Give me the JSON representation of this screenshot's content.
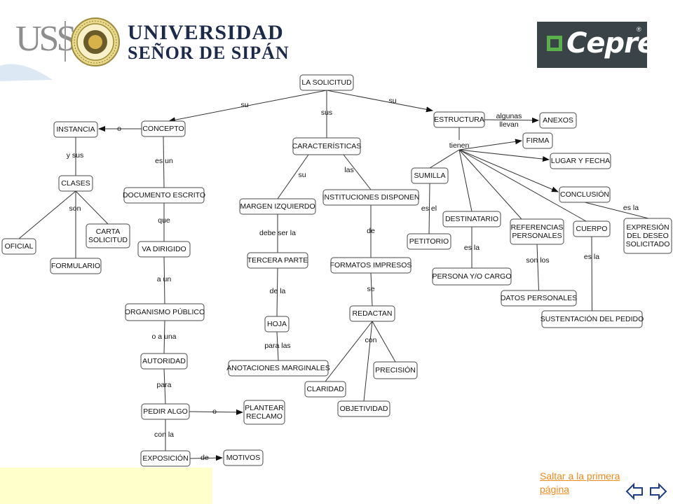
{
  "header": {
    "uss_mark": "USS",
    "university_line1": "UNIVERSIDAD",
    "university_line2": "SEÑOR DE SIPÁN",
    "cepre_text": "Cepre",
    "cepre_reg": "®",
    "colors": {
      "navy": "#1b2a4a",
      "green": "#5ab04b",
      "charcoal": "#3a4348"
    }
  },
  "footer": {
    "jump_link": "Saltar a la primera página",
    "nav_icon": "prev-next-arrows-icon"
  },
  "concept_map": {
    "nodes": [
      {
        "id": "solicitud",
        "label": [
          "LA SOLICITUD"
        ]
      },
      {
        "id": "concepto",
        "label": [
          "CONCEPTO"
        ]
      },
      {
        "id": "caracteristicas",
        "label": [
          "CARACTERÍSTICAS"
        ]
      },
      {
        "id": "estructura",
        "label": [
          "ESTRUCTURA"
        ]
      },
      {
        "id": "instancia",
        "label": [
          "INSTANCIA"
        ]
      },
      {
        "id": "clases",
        "label": [
          "CLASES"
        ]
      },
      {
        "id": "oficial",
        "label": [
          "OFICIAL"
        ]
      },
      {
        "id": "carta",
        "label": [
          "CARTA",
          "SOLICITUD"
        ]
      },
      {
        "id": "formulario",
        "label": [
          "FORMULARIO"
        ]
      },
      {
        "id": "documento",
        "label": [
          "DOCUMENTO ESCRITO"
        ]
      },
      {
        "id": "vadirigido",
        "label": [
          "VA DIRIGIDO"
        ]
      },
      {
        "id": "organismo",
        "label": [
          "ORGANISMO PÚBLICO"
        ]
      },
      {
        "id": "autoridad",
        "label": [
          "AUTORIDAD"
        ]
      },
      {
        "id": "pedir",
        "label": [
          "PEDIR ALGO"
        ]
      },
      {
        "id": "plantear",
        "label": [
          "PLANTEAR",
          "RECLAMO"
        ]
      },
      {
        "id": "exposicion",
        "label": [
          "EXPOSICIÓN"
        ]
      },
      {
        "id": "motivos",
        "label": [
          "MOTIVOS"
        ]
      },
      {
        "id": "margen",
        "label": [
          "MARGEN IZQUIERDO"
        ]
      },
      {
        "id": "tercera",
        "label": [
          "TERCERA PARTE"
        ]
      },
      {
        "id": "hoja",
        "label": [
          "HOJA"
        ]
      },
      {
        "id": "anotaciones",
        "label": [
          "ANOTACIONES MARGINALES"
        ]
      },
      {
        "id": "instituciones",
        "label": [
          "INSTITUCIONES DISPONEN"
        ]
      },
      {
        "id": "formatos",
        "label": [
          "FORMATOS IMPRESOS"
        ]
      },
      {
        "id": "redactan",
        "label": [
          "REDACTAN"
        ]
      },
      {
        "id": "precision",
        "label": [
          "PRECISIÓN"
        ]
      },
      {
        "id": "claridad",
        "label": [
          "CLARIDAD"
        ]
      },
      {
        "id": "objetividad",
        "label": [
          "OBJETIVIDAD"
        ]
      },
      {
        "id": "anexos",
        "label": [
          "ANEXOS"
        ]
      },
      {
        "id": "firma",
        "label": [
          "FIRMA"
        ]
      },
      {
        "id": "lugar",
        "label": [
          "LUGAR Y FECHA"
        ]
      },
      {
        "id": "conclusion",
        "label": [
          "CONCLUSIÓN"
        ]
      },
      {
        "id": "expresion",
        "label": [
          "EXPRESIÓN",
          "DEL DESEO",
          "SOLICITADO"
        ]
      },
      {
        "id": "sumilla",
        "label": [
          "SUMILLA"
        ]
      },
      {
        "id": "petitorio",
        "label": [
          "PETITORIO"
        ]
      },
      {
        "id": "destinatario",
        "label": [
          "DESTINATARIO"
        ]
      },
      {
        "id": "persona",
        "label": [
          "PERSONA Y/O CARGO"
        ]
      },
      {
        "id": "referencias",
        "label": [
          "REFERENCIAS",
          "PERSONALES"
        ]
      },
      {
        "id": "datos",
        "label": [
          "DATOS PERSONALES"
        ]
      },
      {
        "id": "cuerpo",
        "label": [
          "CUERPO"
        ]
      },
      {
        "id": "sustentacion",
        "label": [
          "SUSTENTACIÓN DEL PEDIDO"
        ]
      }
    ],
    "link_labels": {
      "su_left": "su",
      "sus": "sus",
      "su_right": "su",
      "o_instancia": "o",
      "y_sus": "y sus",
      "son": "son",
      "es_un": "es un",
      "que": "que",
      "a_un": "a un",
      "o_a_una": "o a una",
      "para": "para",
      "o_plantear": "o",
      "con_la": "con la",
      "de_motivos": "de",
      "su_margen": "su",
      "las": "las",
      "debe_ser_la": "debe ser la",
      "de_la": "de la",
      "para_las": "para las",
      "de_formatos": "de",
      "se": "se",
      "con": "con",
      "algunas_llevan": [
        "algunas",
        "llevan"
      ],
      "tienen": "tienen",
      "es_el": "es el",
      "es_la_dest": "es la",
      "son_los": "son los",
      "es_la_cuerpo": "es la",
      "es_la_concl": "es la"
    }
  }
}
